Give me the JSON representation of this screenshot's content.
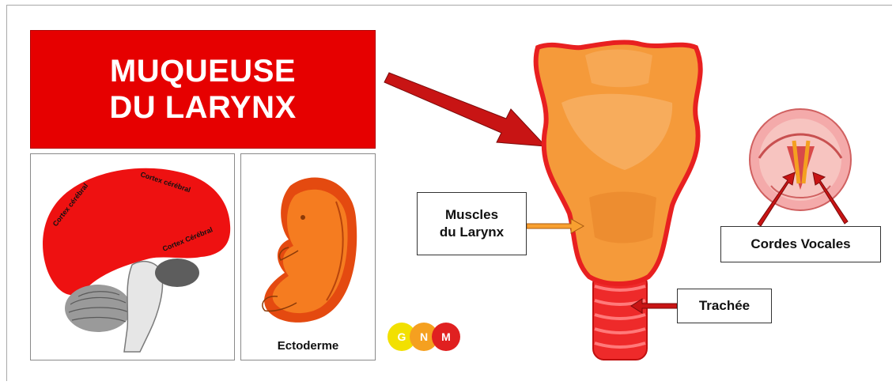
{
  "title": {
    "line1": "MUQUEUSE",
    "line2": "DU LARYNX"
  },
  "brain": {
    "labels": [
      "Cortex cérébral",
      "Cortex cérébral",
      "Cortex Cérébral"
    ]
  },
  "embryo": {
    "label": "Ectoderme"
  },
  "larynx": {
    "muscles_line1": "Muscles",
    "muscles_line2": "du Larynx",
    "trachee": "Trachée",
    "cordes": "Cordes Vocales"
  },
  "logo": {
    "letters": [
      "G",
      "N",
      "M"
    ]
  },
  "colors": {
    "title_bg": "#e60000",
    "cortex_red": "#ee1111",
    "larynx_orange": "#f59a3a",
    "larynx_outline": "#e82020",
    "embryo_orange": "#f57c20",
    "arrow_red": "#c81414"
  }
}
